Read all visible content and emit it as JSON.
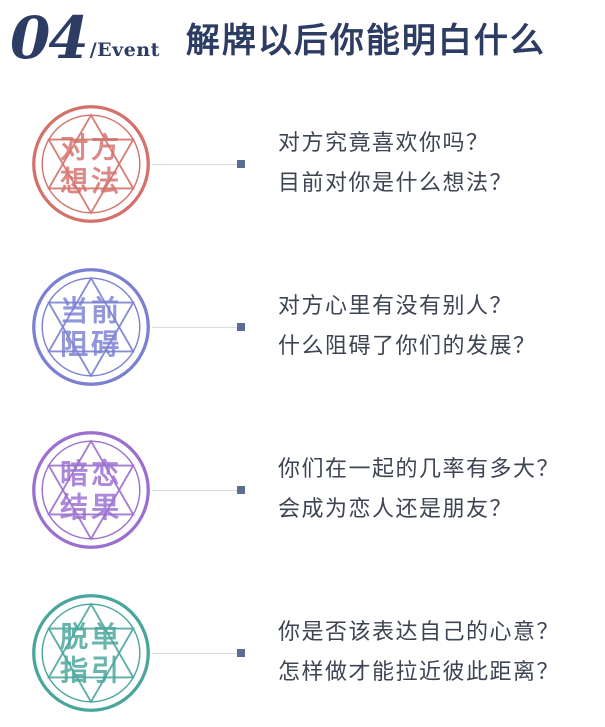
{
  "header": {
    "number": "04",
    "slash": "/",
    "tag": "Event",
    "title": "解牌以后你能明白什么",
    "color": "#2d3c63"
  },
  "connector": {
    "line_color": "#d7dae2",
    "dot_color": "#5c6d92"
  },
  "text_color": "#3d4452",
  "rows": [
    {
      "color": "#d4716b",
      "badge_line1": "对方",
      "badge_line2": "想法",
      "q1": "对方究竟喜欢你吗？",
      "q2": "目前对你是什么想法？"
    },
    {
      "color": "#7b80d2",
      "badge_line1": "当前",
      "badge_line2": "阻碍",
      "q1": "对方心里有没有别人？",
      "q2": "什么阻碍了你们的发展？"
    },
    {
      "color": "#9a6fd0",
      "badge_line1": "暗恋",
      "badge_line2": "结果",
      "q1": "你们在一起的几率有多大？",
      "q2": "会成为恋人还是朋友？"
    },
    {
      "color": "#49a69d",
      "badge_line1": "脱单",
      "badge_line2": "指引",
      "q1": "你是否该表达自己的心意？",
      "q2": "怎样做才能拉近彼此距离？"
    }
  ]
}
